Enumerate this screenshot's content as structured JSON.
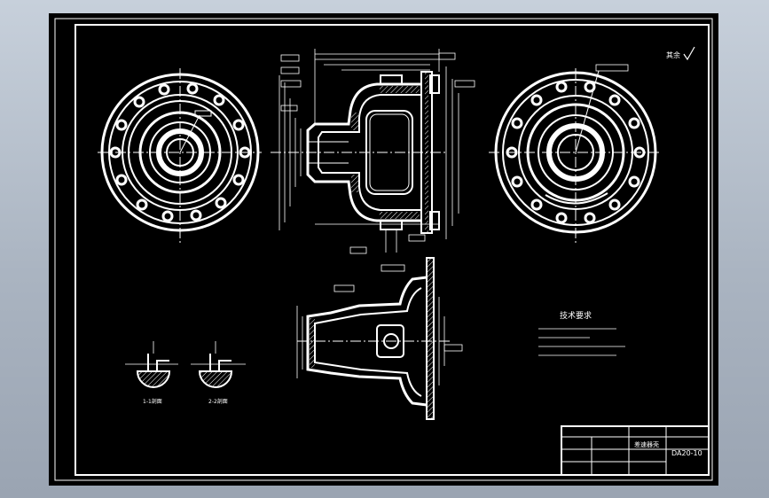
{
  "viewer": {
    "background": "#000000",
    "line_color": "#ffffff",
    "hatch_color": "#ffffff"
  },
  "drawing": {
    "roughness_mark": "其余",
    "notes_title": "技术要求",
    "section_label_1": "1-1剖面",
    "section_label_2": "2-2剖面"
  },
  "title_block": {
    "part_name": "差速器壳",
    "drawing_number": "DA20-10"
  }
}
